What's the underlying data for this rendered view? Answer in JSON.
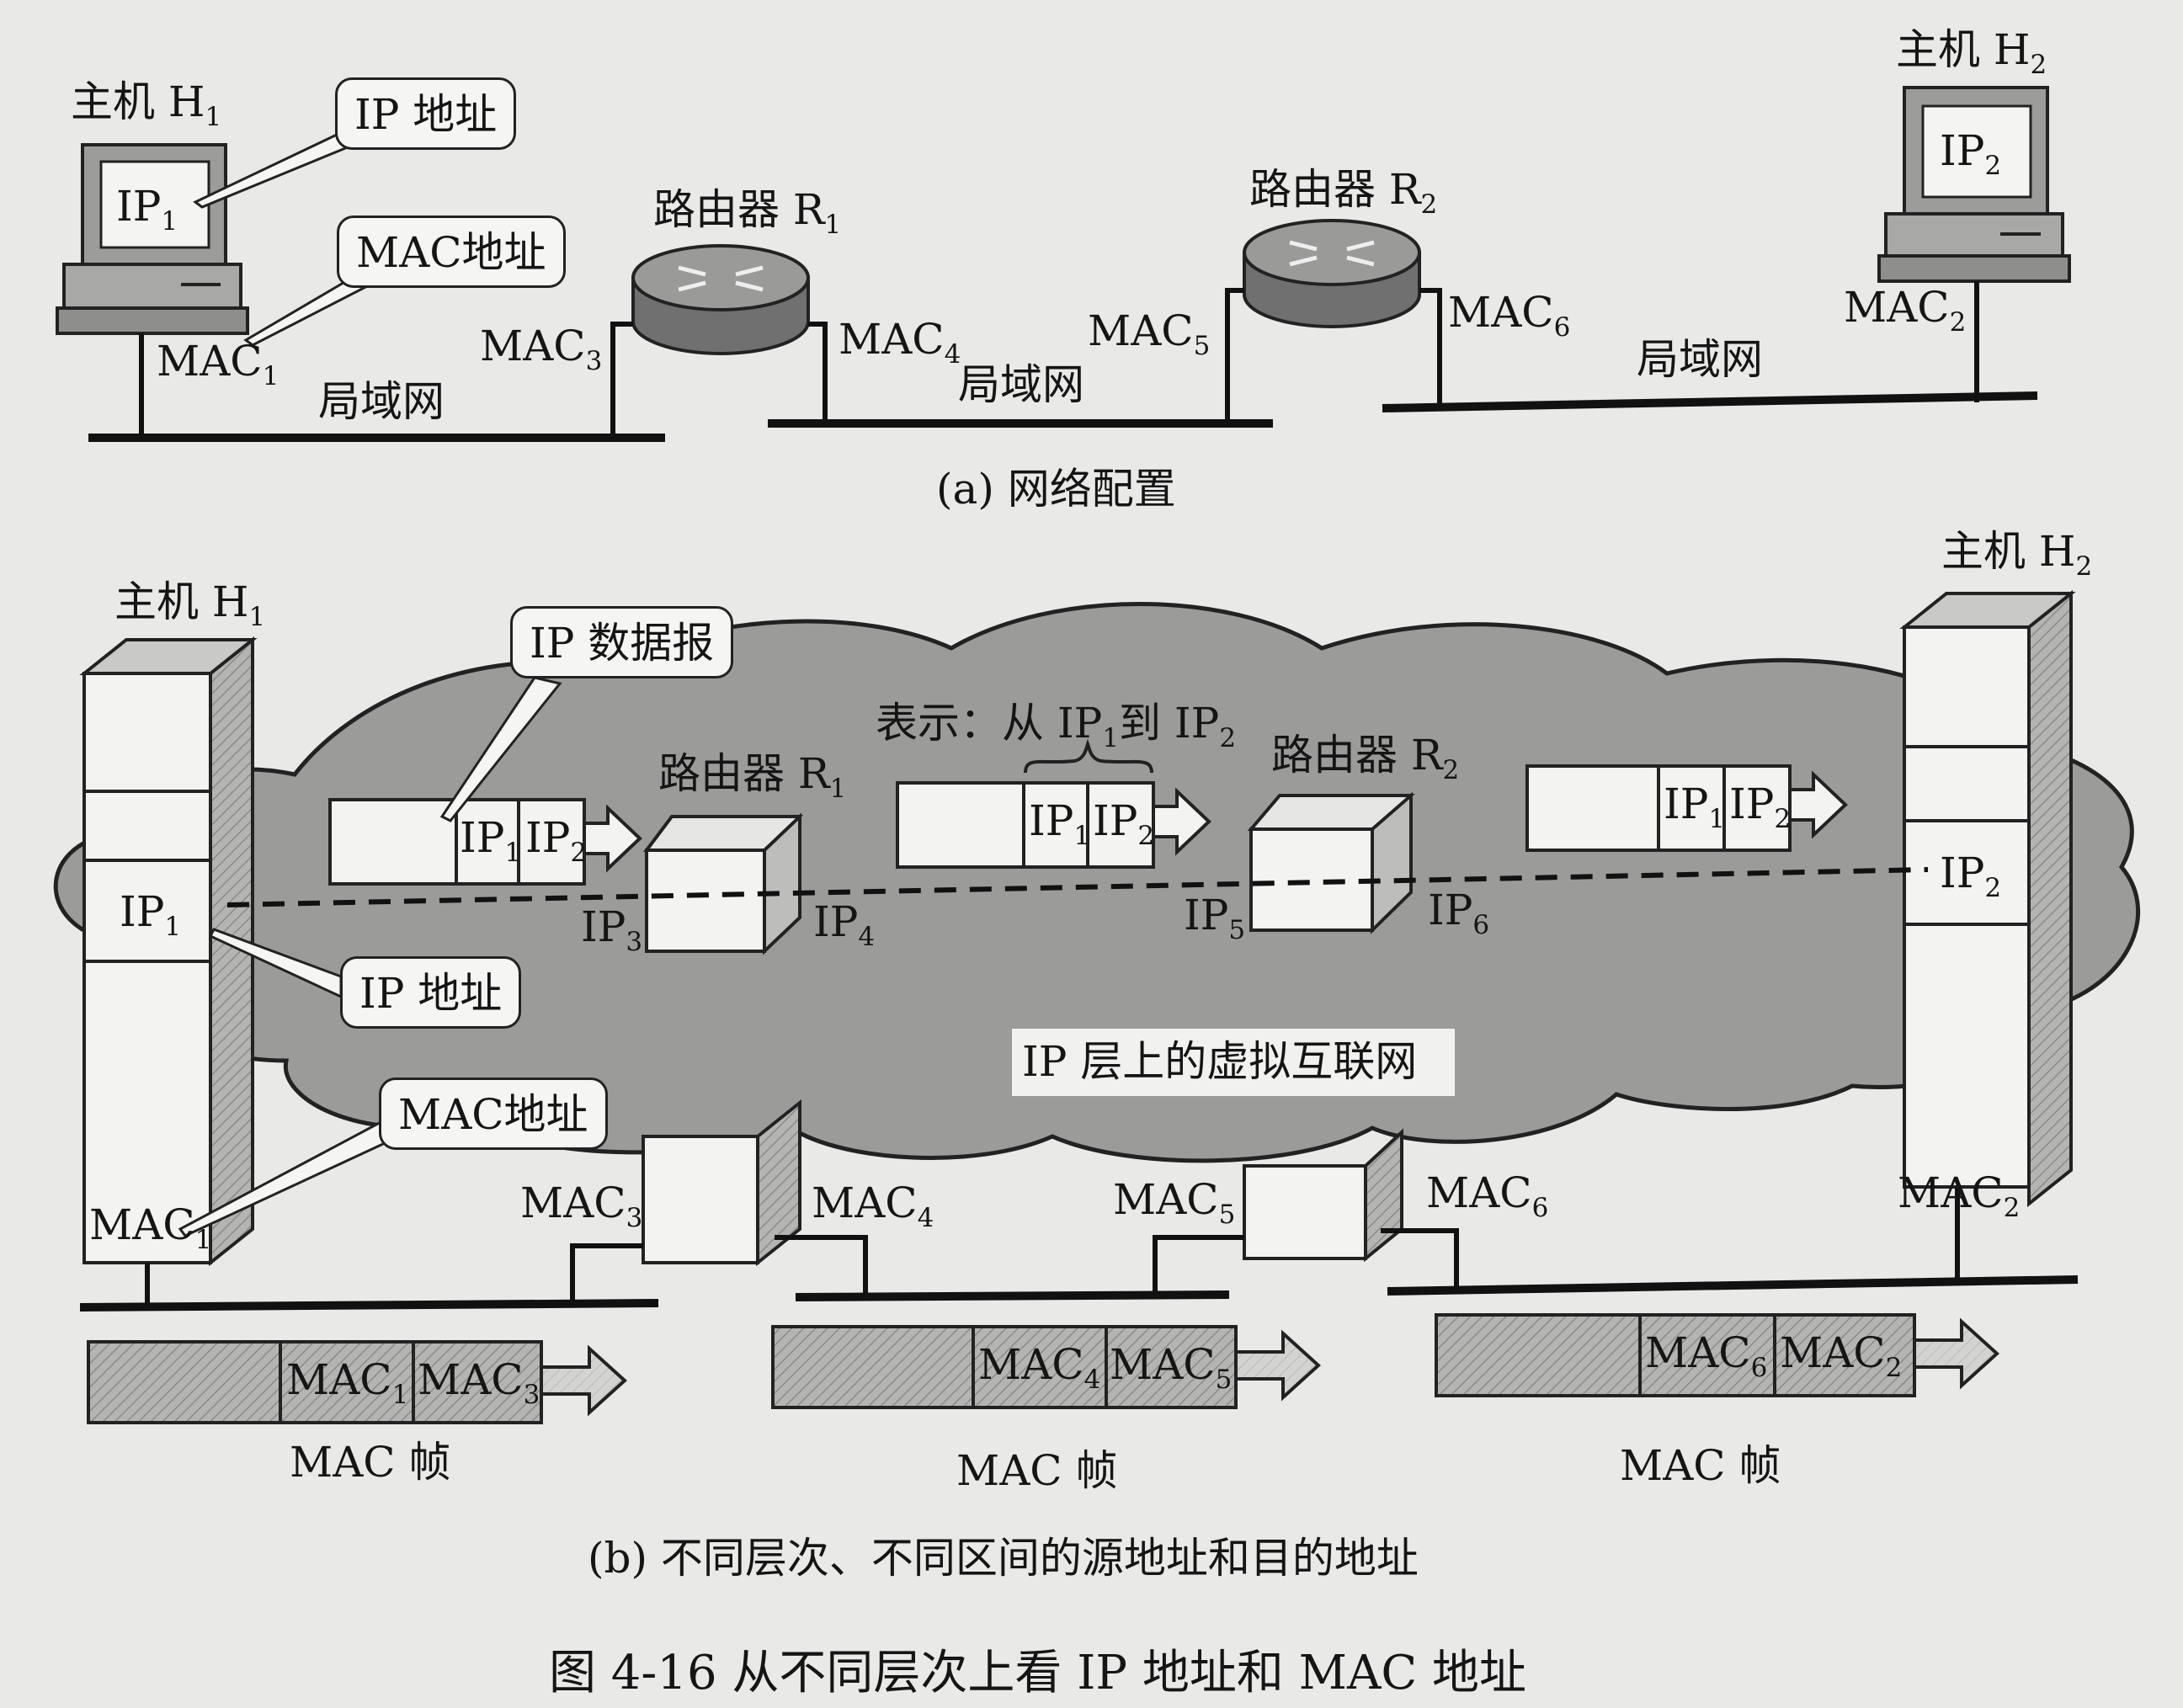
{
  "part_a": {
    "host1": {
      "base": "主机 H",
      "sub": "1"
    },
    "host2": {
      "base": "主机 H",
      "sub": "2"
    },
    "host1_ip": {
      "base": "IP",
      "sub": "1"
    },
    "host2_ip": {
      "base": "IP",
      "sub": "2"
    },
    "callout_ip": "IP 地址",
    "callout_mac": "MAC地址",
    "router1": {
      "base": "路由器 R",
      "sub": "1"
    },
    "router2": {
      "base": "路由器 R",
      "sub": "2"
    },
    "mac1": {
      "base": "MAC",
      "sub": "1"
    },
    "mac2": {
      "base": "MAC",
      "sub": "2"
    },
    "mac3": {
      "base": "MAC",
      "sub": "3"
    },
    "mac4": {
      "base": "MAC",
      "sub": "4"
    },
    "mac5": {
      "base": "MAC",
      "sub": "5"
    },
    "mac6": {
      "base": "MAC",
      "sub": "6"
    },
    "lan": "局域网",
    "caption": "(a) 网络配置"
  },
  "part_b": {
    "host1": {
      "base": "主机 H",
      "sub": "1"
    },
    "host2": {
      "base": "主机 H",
      "sub": "2"
    },
    "router1": {
      "base": "路由器 R",
      "sub": "1"
    },
    "router2": {
      "base": "路由器 R",
      "sub": "2"
    },
    "callout_datagram": "IP 数据报",
    "callout_ip": "IP 地址",
    "callout_mac": "MAC地址",
    "annot_from_to": {
      "pre": "表示：从 IP",
      "s1": "1",
      "mid": "到 IP",
      "s2": "2"
    },
    "virtual_net": "IP 层上的虚拟互联网",
    "ip1": {
      "base": "IP",
      "sub": "1"
    },
    "ip2": {
      "base": "IP",
      "sub": "2"
    },
    "ip3": {
      "base": "IP",
      "sub": "3"
    },
    "ip4": {
      "base": "IP",
      "sub": "4"
    },
    "ip5": {
      "base": "IP",
      "sub": "5"
    },
    "ip6": {
      "base": "IP",
      "sub": "6"
    },
    "mac1": {
      "base": "MAC",
      "sub": "1"
    },
    "mac2": {
      "base": "MAC",
      "sub": "2"
    },
    "mac3": {
      "base": "MAC",
      "sub": "3"
    },
    "mac4": {
      "base": "MAC",
      "sub": "4"
    },
    "mac5": {
      "base": "MAC",
      "sub": "5"
    },
    "mac6": {
      "base": "MAC",
      "sub": "6"
    },
    "frame_label": "MAC 帧",
    "caption": "(b) 不同层次、不同区间的源地址和目的地址"
  },
  "figure_caption": "图 4-16    从不同层次上看 IP 地址和 MAC 地址"
}
